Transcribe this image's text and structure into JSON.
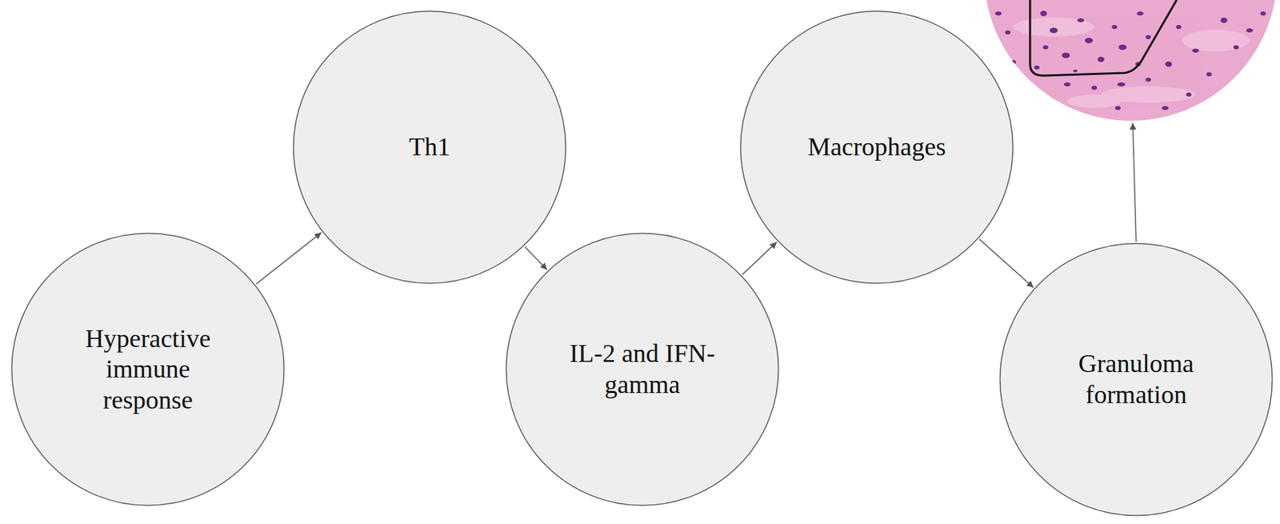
{
  "diagram": {
    "nodes": [
      {
        "text": [
          "Hyperactive immune response"
        ]
      },
      {
        "text": [
          "Th1"
        ]
      },
      {
        "text": [
          "IL-2 and IFN-gamma"
        ]
      },
      {
        "text": [
          "Macrophages"
        ]
      },
      {
        "text": [
          "Granuloma formation"
        ]
      }
    ],
    "edges": [
      {
        "from": 0,
        "to": 1,
        "arrow": "to"
      },
      {
        "from": 1,
        "to": 2,
        "arrow": "to"
      },
      {
        "from": 2,
        "to": 3,
        "arrow": "to"
      },
      {
        "from": 3,
        "to": 4,
        "arrow": "to"
      }
    ]
  }
}
